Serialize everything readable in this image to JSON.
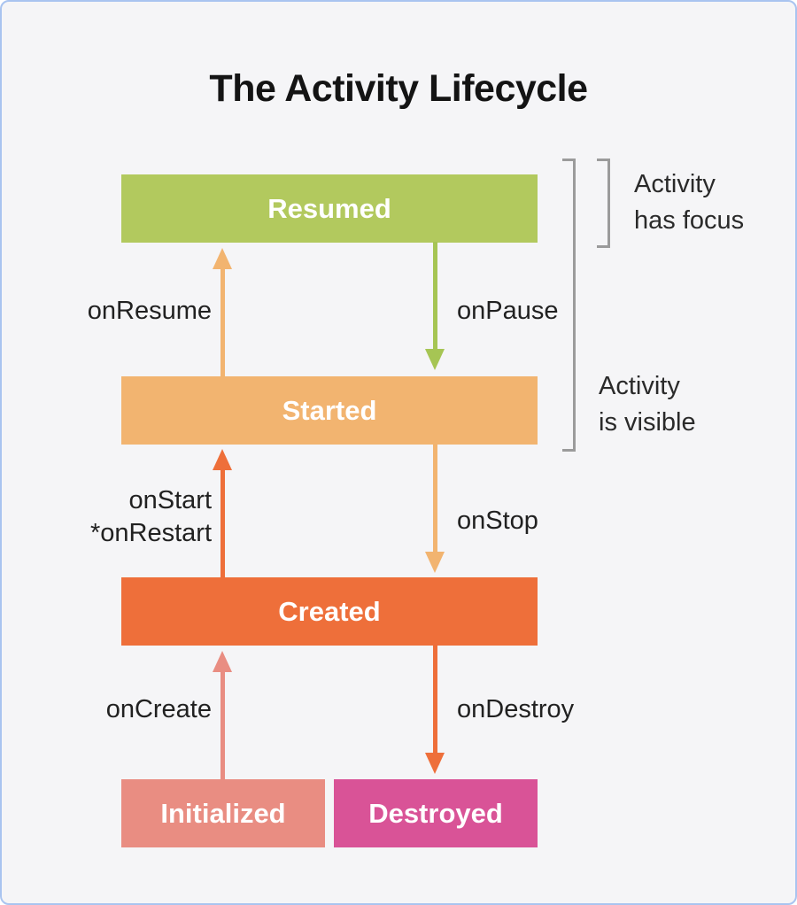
{
  "title": "The Activity Lifecycle",
  "colors": {
    "background": "#f5f5f7",
    "frame_border": "#a9c4f0",
    "bracket": "#9b9b9b",
    "box_text": "#ffffff",
    "label_text": "#212121"
  },
  "states": {
    "resumed": {
      "label": "Resumed",
      "color": "#b2c95e"
    },
    "started": {
      "label": "Started",
      "color": "#f2b470"
    },
    "created": {
      "label": "Created",
      "color": "#ee6f3a"
    },
    "initialized": {
      "label": "Initialized",
      "color": "#e98d82"
    },
    "destroyed": {
      "label": "Destroyed",
      "color": "#d95397"
    }
  },
  "transitions": {
    "onResume": {
      "label": "onResume",
      "direction": "up",
      "color": "#f2b470"
    },
    "onPause": {
      "label": "onPause",
      "direction": "down",
      "color": "#a6c554"
    },
    "onStart": {
      "label": "onStart\n*onRestart",
      "direction": "up",
      "color": "#ee6f3a"
    },
    "onStop": {
      "label": "onStop",
      "direction": "down",
      "color": "#f2b470"
    },
    "onCreate": {
      "label": "onCreate",
      "direction": "up",
      "color": "#e98d82"
    },
    "onDestroy": {
      "label": "onDestroy",
      "direction": "down",
      "color": "#ee6f3a"
    }
  },
  "annotations": {
    "focus": "Activity\nhas focus",
    "visible": "Activity\nis visible"
  }
}
